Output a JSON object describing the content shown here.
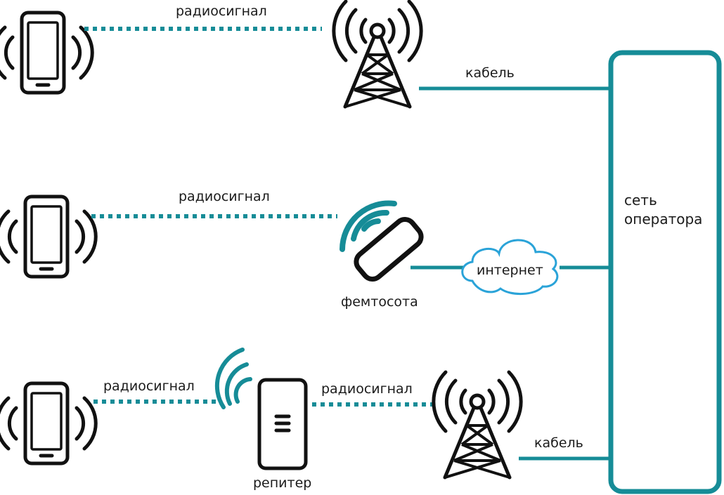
{
  "labels": {
    "radio_1": "радиосигнал",
    "cable_1": "кабель",
    "radio_2": "радиосигнал",
    "femtocell": "фемтосота",
    "internet": "интернет",
    "radio_3a": "радиосигнал",
    "radio_3b": "радиосигнал",
    "repeater": "репитер",
    "cable_3": "кабель",
    "operator_network_line1": "сеть",
    "operator_network_line2": "оператора"
  },
  "colors": {
    "accent": "#168c97",
    "cloud": "#2aa3d8",
    "stroke": "#111111"
  },
  "icons": [
    "phone-icon",
    "cell-tower-icon",
    "femtocell-icon",
    "cloud-icon",
    "repeater-icon"
  ]
}
